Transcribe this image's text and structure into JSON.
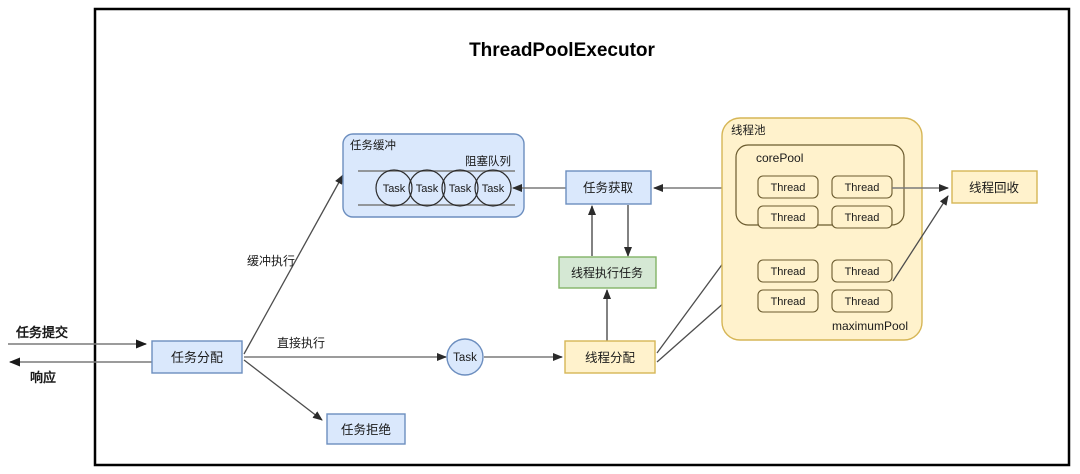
{
  "diagram": {
    "title": "ThreadPoolExecutor",
    "frame_name": "outer-frame"
  },
  "colors": {
    "blue_fill": "#dae8fc",
    "blue_stroke": "#6c8ebf",
    "orange_fill": "#ffe6cc",
    "orange_stroke": "#d79b00",
    "yellow_fill": "#fff2cc",
    "yellow_stroke": "#d6b656",
    "green_fill": "#d5e8d4",
    "green_stroke": "#82b366",
    "line": "#7a7a7a",
    "text": "#1a1a1a",
    "frame": "#000000"
  },
  "external": {
    "submit_label": "任务提交",
    "response_label": "响应"
  },
  "nodes": {
    "task_dispatch": "任务分配",
    "task_reject": "任务拒绝",
    "task_buffer_title": "任务缓冲",
    "blocking_queue_label": "阻塞队列",
    "task_circle_label": "Task",
    "queue_tasks": [
      "Task",
      "Task",
      "Task",
      "Task"
    ],
    "task_fetch": "任务获取",
    "thread_exec_task": "线程执行任务",
    "thread_dispatch": "线程分配",
    "thread_recycle": "线程回收",
    "thread_pool_title": "线程池",
    "core_pool_label": "corePool",
    "maximum_pool_label": "maximumPool",
    "thread_label": "Thread",
    "core_threads": [
      "Thread",
      "Thread",
      "Thread",
      "Thread"
    ],
    "max_threads": [
      "Thread",
      "Thread",
      "Thread",
      "Thread"
    ]
  },
  "edge_labels": {
    "buffer_exec": "缓冲执行",
    "direct_exec": "直接执行"
  }
}
